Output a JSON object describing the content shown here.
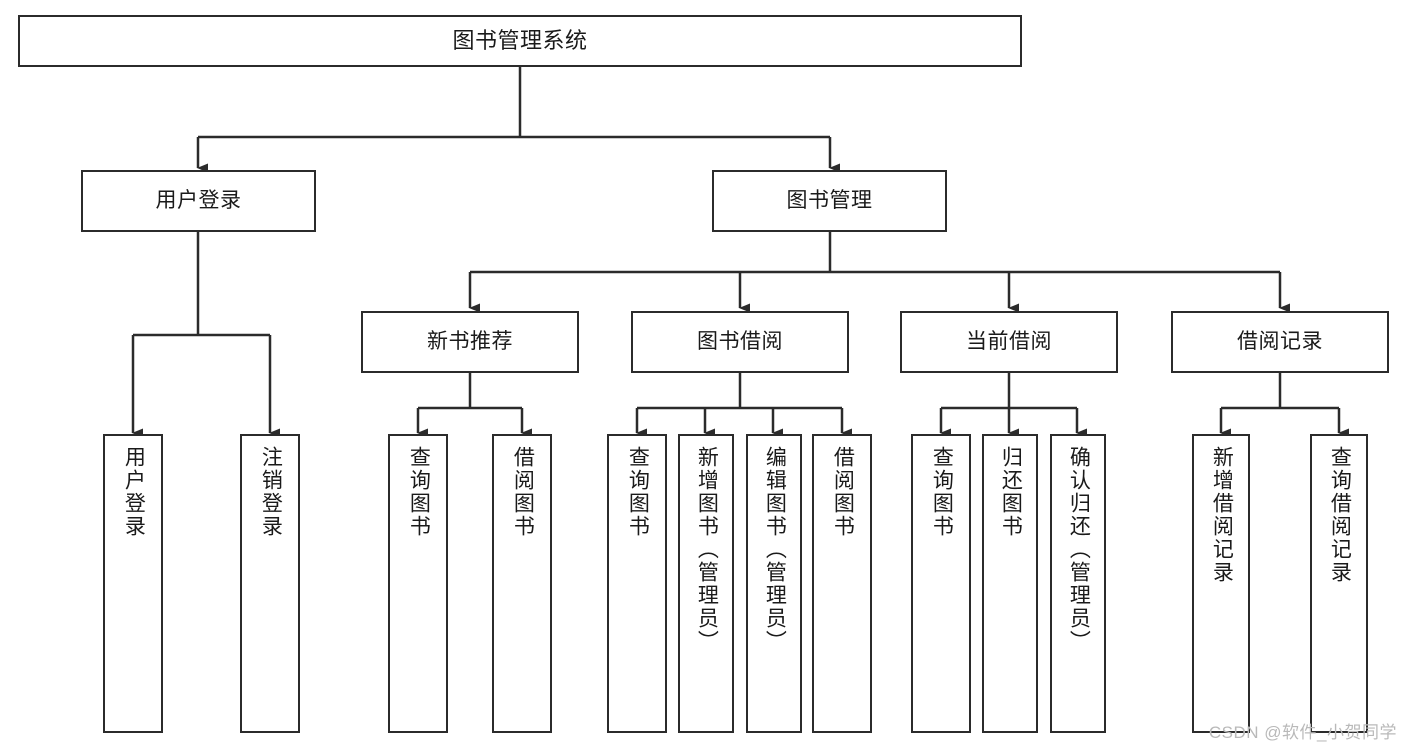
{
  "diagram": {
    "title": "图书管理系统",
    "type": "tree",
    "watermark": "CSDN @软件_小贺同学",
    "colors": {
      "stroke": "#2b2b2b",
      "fill": "#ffffff",
      "text": "#1a1a1a",
      "watermark": "#b9b9b9"
    },
    "nodes": {
      "root": {
        "label": "图书管理系统",
        "orientation": "horizontal"
      },
      "level2": [
        {
          "id": "user-login",
          "label": "用户登录",
          "orientation": "horizontal"
        },
        {
          "id": "book-manage",
          "label": "图书管理",
          "orientation": "horizontal"
        }
      ],
      "level3": [
        {
          "id": "new-book-recommend",
          "label": "新书推荐",
          "orientation": "horizontal"
        },
        {
          "id": "book-borrow",
          "label": "图书借阅",
          "orientation": "horizontal"
        },
        {
          "id": "current-borrow",
          "label": "当前借阅",
          "orientation": "horizontal"
        },
        {
          "id": "borrow-record",
          "label": "借阅记录",
          "orientation": "horizontal"
        }
      ],
      "leaves": [
        {
          "id": "leaf-user-login",
          "label": "用户登录",
          "parent": "user-login",
          "orientation": "vertical"
        },
        {
          "id": "leaf-logout",
          "label": "注销登录",
          "parent": "user-login",
          "orientation": "vertical"
        },
        {
          "id": "leaf-query-book-1",
          "label": "查询图书",
          "parent": "new-book-recommend",
          "orientation": "vertical"
        },
        {
          "id": "leaf-borrow-book-1",
          "label": "借阅图书",
          "parent": "new-book-recommend",
          "orientation": "vertical"
        },
        {
          "id": "leaf-query-book-2",
          "label": "查询图书",
          "parent": "book-borrow",
          "orientation": "vertical"
        },
        {
          "id": "leaf-add-book",
          "label": "新增图书（管理员）",
          "parent": "book-borrow",
          "orientation": "vertical"
        },
        {
          "id": "leaf-edit-book",
          "label": "编辑图书（管理员）",
          "parent": "book-borrow",
          "orientation": "vertical"
        },
        {
          "id": "leaf-borrow-book-2",
          "label": "借阅图书",
          "parent": "book-borrow",
          "orientation": "vertical"
        },
        {
          "id": "leaf-query-book-3",
          "label": "查询图书",
          "parent": "current-borrow",
          "orientation": "vertical"
        },
        {
          "id": "leaf-return-book",
          "label": "归还图书",
          "parent": "current-borrow",
          "orientation": "vertical"
        },
        {
          "id": "leaf-confirm-return",
          "label": "确认归还（管理员）",
          "parent": "current-borrow",
          "orientation": "vertical"
        },
        {
          "id": "leaf-add-record",
          "label": "新增借阅记录",
          "parent": "borrow-record",
          "orientation": "vertical"
        },
        {
          "id": "leaf-query-record",
          "label": "查询借阅记录",
          "parent": "borrow-record",
          "orientation": "vertical"
        }
      ]
    }
  }
}
